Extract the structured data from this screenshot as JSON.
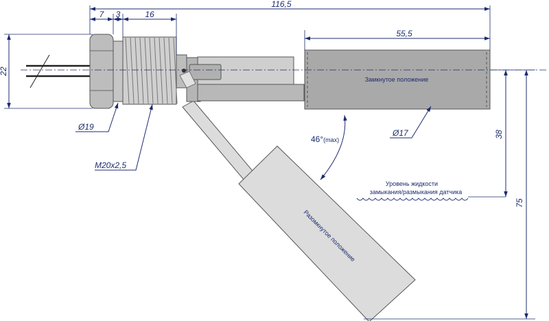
{
  "dimensions": {
    "overall_length": "116,5",
    "nut_length": "7",
    "gap_length": "3",
    "thread_length": "16",
    "float_length": "55,5",
    "nut_height": "22",
    "nut_diameter": "Ø19",
    "thread_spec": "M20x2,5",
    "float_diameter": "Ø17",
    "angle_value": "46°",
    "angle_note": "(max)",
    "level_offset": "38",
    "total_drop": "75"
  },
  "labels": {
    "closed_position": "Замкнутое положение",
    "open_position": "Разомкнутое положение",
    "level_line1": "Уровень жидкости",
    "level_line2": "замыкания/размыкания датчика"
  },
  "colors": {
    "dimension": "#1c2b6e",
    "float_closed": "#a9a9a9",
    "float_open": "#dcdcdc",
    "metal": "#bdbdbd"
  }
}
